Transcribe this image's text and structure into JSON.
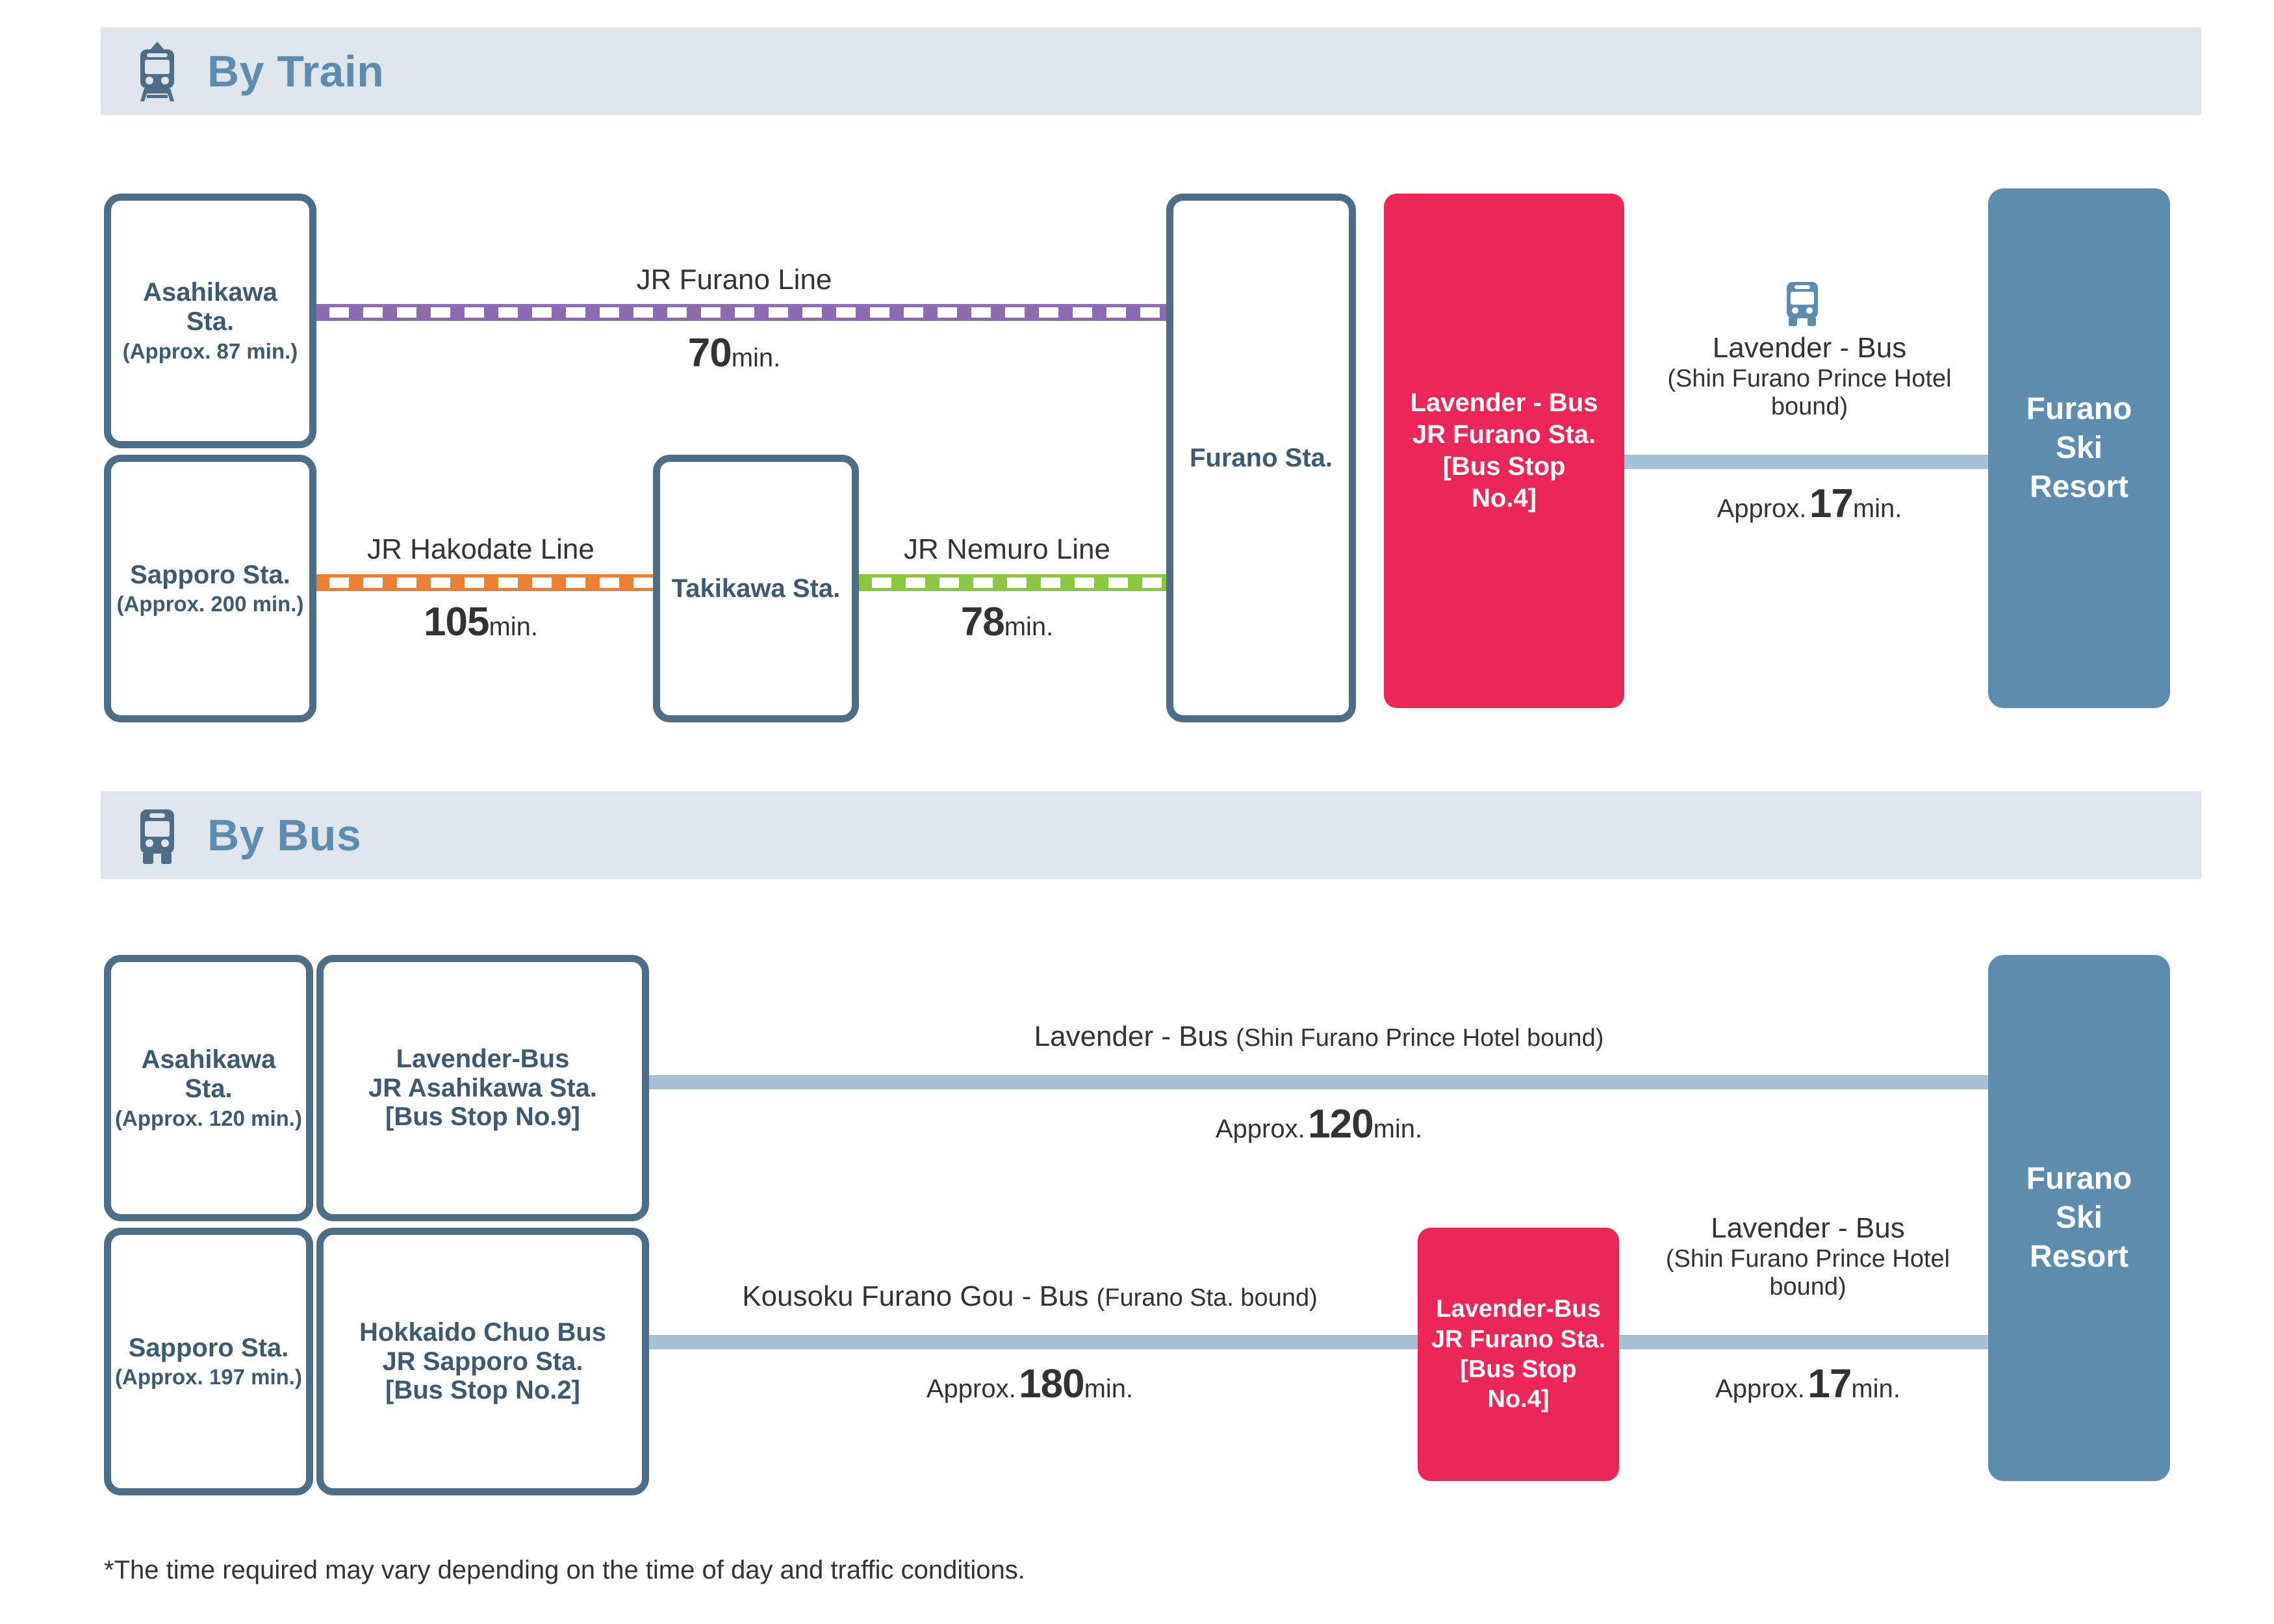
{
  "colors": {
    "header_bg": "#dfe5ec",
    "header_text": "#5e8caf",
    "box_border": "#4e6e87",
    "box_text": "#3d5a70",
    "pink": "#ed2659",
    "resort_blue": "#5e8caf",
    "plain_line": "#a8c0d4",
    "furano_line_purple": "#8c6bb1",
    "hakodate_line_orange": "#ef7f31",
    "nemuro_line_green": "#8cc63e",
    "body_text": "#333333"
  },
  "sections": {
    "train": {
      "icon": "train-icon",
      "title": "By Train",
      "boxes": {
        "asahikawa": {
          "name": "Asahikawa\nSta.",
          "name_l1": "Asahikawa",
          "name_l2": "Sta.",
          "sub": "(Approx. 87 min.)"
        },
        "sapporo": {
          "name_l1": "Sapporo Sta.",
          "sub": "(Approx. 200 min.)"
        },
        "takikawa": {
          "name_l1": "Takikawa Sta."
        },
        "furano": {
          "name_l1": "Furano Sta."
        },
        "lavender_stop": {
          "text": "Lavender - Bus\nJR Furano Sta.\n[Bus Stop\nNo.4]",
          "l1": "Lavender - Bus",
          "l2": "JR Furano Sta.",
          "l3": "[Bus Stop",
          "l4": "No.4]"
        },
        "resort": {
          "l1": "Furano",
          "l2": "Ski",
          "l3": "Resort"
        }
      },
      "routes": [
        {
          "id": "jr-furano-line",
          "name": "JR Furano Line",
          "time_num": "70",
          "time_unit": "min.",
          "approx": "",
          "style": "dashed-purple"
        },
        {
          "id": "jr-hakodate-line",
          "name": "JR Hakodate Line",
          "time_num": "105",
          "time_unit": "min.",
          "approx": "",
          "style": "dashed-orange"
        },
        {
          "id": "jr-nemuro-line",
          "name": "JR Nemuro Line",
          "time_num": "78",
          "time_unit": "min.",
          "approx": "",
          "style": "dashed-green"
        },
        {
          "id": "lavender-bus-train",
          "icon": "bus-icon",
          "name": "Lavender - Bus",
          "sub1": "(Shin Furano Prince Hotel",
          "sub2": "bound)",
          "approx": "Approx.",
          "time_num": "17",
          "time_unit": "min.",
          "style": "plain-blue"
        }
      ]
    },
    "bus": {
      "icon": "bus-icon",
      "title": "By Bus",
      "boxes": {
        "asahikawa": {
          "name_l1": "Asahikawa",
          "name_l2": "Sta.",
          "sub": "(Approx. 120 min.)"
        },
        "lavender_asahikawa": {
          "l1": "Lavender-Bus",
          "l2": "JR Asahikawa Sta.",
          "l3": "[Bus Stop No.9]"
        },
        "sapporo": {
          "name_l1": "Sapporo Sta.",
          "sub": "(Approx. 197 min.)"
        },
        "chuo_sapporo": {
          "l1": "Hokkaido Chuo Bus",
          "l2": "JR Sapporo Sta.",
          "l3": "[Bus Stop No.2]"
        },
        "lavender_stop": {
          "l1": "Lavender-Bus",
          "l2": "JR Furano Sta.",
          "l3": "[Bus Stop",
          "l4": "No.4]"
        },
        "resort": {
          "l1": "Furano",
          "l2": "Ski",
          "l3": "Resort"
        }
      },
      "routes": [
        {
          "id": "lavender-bus-asahikawa",
          "name": "Lavender - Bus",
          "paren": "(Shin Furano Prince Hotel bound)",
          "approx": "Approx.",
          "time_num": "120",
          "time_unit": "min.",
          "style": "plain-blue"
        },
        {
          "id": "kousoku-furano-gou",
          "name": "Kousoku Furano Gou - Bus",
          "paren": "(Furano Sta. bound)",
          "approx": "Approx.",
          "time_num": "180",
          "time_unit": "min.",
          "style": "plain-blue"
        },
        {
          "id": "lavender-bus-furano",
          "name": "Lavender - Bus",
          "sub1": "(Shin Furano Prince Hotel",
          "sub2": "bound)",
          "approx": "Approx.",
          "time_num": "17",
          "time_unit": "min.",
          "style": "plain-blue"
        }
      ]
    }
  },
  "footnote": "*The time required may vary depending on the time of day and traffic conditions."
}
